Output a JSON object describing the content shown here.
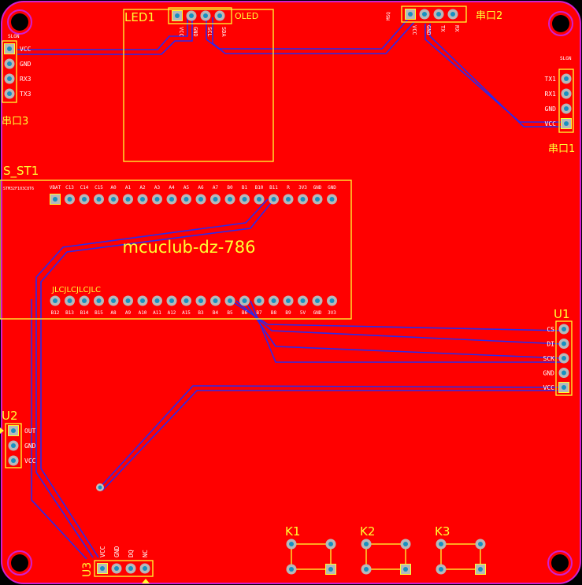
{
  "board_title": "mcuclub-dz-786",
  "colors": {
    "copper": "#ff0000",
    "silkscreen": "#ffff33",
    "outline": "#d020d0",
    "pad_ring": "#b8b8b8",
    "via_hole": "#1890c0",
    "trace": "#2a2aee"
  },
  "components": {
    "led1": {
      "ref": "LED1",
      "label": "OLED",
      "pins": [
        "VCC",
        "GND",
        "SCL",
        "SDA"
      ]
    },
    "uart2": {
      "ref": "串口2",
      "pins": [
        "VCC",
        "GND",
        "TX",
        "RX"
      ],
      "tag": "MSQ"
    },
    "uart3": {
      "ref": "串口3",
      "pins": [
        "VCC",
        "GND",
        "RX3",
        "TX3"
      ],
      "tag": "SLGN"
    },
    "uart1": {
      "ref": "串口1",
      "pins": [
        "TX1",
        "RX1",
        "GND",
        "VCC"
      ],
      "tag": "SLGN"
    },
    "s_st1": {
      "ref": "S_ST1",
      "jlc": "JLCJLCJLCJLC",
      "mark": "STM32F103C8T6",
      "top_labels": [
        "VBAT",
        "C13",
        "C14",
        "C15",
        "A0",
        "A1",
        "A2",
        "A3",
        "A4",
        "A5",
        "A6",
        "A7",
        "B0",
        "B1",
        "B10",
        "B11",
        "R",
        "3V3",
        "GND",
        "GND"
      ],
      "bottom_labels": [
        "B12",
        "B13",
        "B14",
        "B15",
        "A8",
        "A9",
        "A10",
        "A11",
        "A12",
        "A15",
        "B3",
        "B4",
        "B5",
        "B6",
        "B7",
        "B8",
        "B9",
        "5V",
        "GND",
        "3V3"
      ]
    },
    "u1": {
      "ref": "U1",
      "pins": [
        "CS",
        "DI",
        "SCK",
        "GND",
        "VCC"
      ]
    },
    "u2": {
      "ref": "U2",
      "pins": [
        "OUT",
        "GND",
        "VCC"
      ]
    },
    "u3": {
      "ref": "U3",
      "pins": [
        "VCC",
        "GND",
        "DQ",
        "NC"
      ]
    },
    "k1": {
      "ref": "K1"
    },
    "k2": {
      "ref": "K2"
    },
    "k3": {
      "ref": "K3"
    }
  }
}
